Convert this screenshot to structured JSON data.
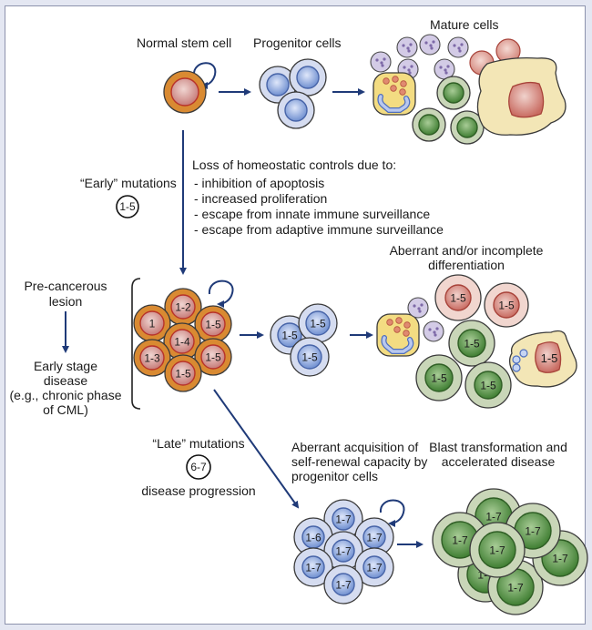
{
  "labels": {
    "normal_stem_cell": "Normal stem cell",
    "progenitor_cells": "Progenitor cells",
    "mature_cells": "Mature cells",
    "early_mutations": "“Early” mutations",
    "early_badge": "1-5",
    "loss_title": "Loss of homeostatic controls due to:",
    "loss_items": [
      "- inhibition of apoptosis",
      "- increased proliferation",
      "- escape from innate immune surveillance",
      "- escape from adaptive immune surveillance"
    ],
    "pre_cancerous_1": "Pre-cancerous",
    "pre_cancerous_2": "lesion",
    "early_stage_1": "Early stage",
    "early_stage_2": "disease",
    "early_stage_3": "(e.g., chronic phase",
    "early_stage_4": "of CML)",
    "aberrant_diff_1": "Aberrant and/or incomplete",
    "aberrant_diff_2": "differentiation",
    "late_mutations": "“Late” mutations",
    "late_badge": "6-7",
    "disease_progression": "disease progression",
    "self_renewal_1": "Aberrant acquisition of",
    "self_renewal_2": "self-renewal capacity by",
    "self_renewal_3": "progenitor cells",
    "blast_1": "Blast transformation and",
    "blast_2": "accelerated disease"
  },
  "cell_labels": {
    "precancerous_cluster": [
      "1-2",
      "1",
      "1-5",
      "1-4",
      "1-3",
      "1-5",
      "1-5"
    ],
    "early_progenitors": [
      "1-5",
      "1-5",
      "1-5"
    ],
    "aberrant_mature": [
      "1-5",
      "1-5",
      "1-5",
      "1-5",
      "1-5",
      "1-5"
    ],
    "late_progenitor_cluster": [
      "1-7",
      "1-6",
      "1-7",
      "1-7",
      "1-7",
      "1-7",
      "1-7"
    ],
    "blast_cluster": [
      "1-7",
      "1-7",
      "1-7",
      "1-7",
      "1-7",
      "1-7",
      "1-7"
    ]
  },
  "colors": {
    "arrow": "#1f3a78",
    "stem_outer": "#d98a32",
    "stem_inner": "#d9a3a0",
    "stem_ring": "#b8322a",
    "progenitor_outer": "#d5dcf0",
    "progenitor_inner": "#8ea6da",
    "mature_green_outer": "#c9d6b8",
    "mature_green_inner": "#5e9a4c",
    "mature_red": "#d58a80",
    "purple_cell": "#d3cbe6",
    "yellow_cell": "#f3dc82",
    "macrophage": "#f3e6b6"
  }
}
